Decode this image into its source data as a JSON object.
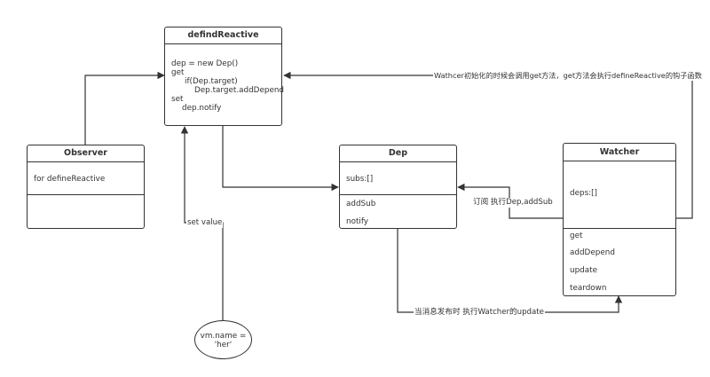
{
  "diagram": {
    "defind_reactive": {
      "title": "defindReactive",
      "lines": [
        "dep = new Dep()",
        "get",
        "if(Dep.target)",
        "Dep.target.addDepend",
        "set",
        "dep.notify"
      ]
    },
    "observer": {
      "title": "Observer",
      "body": "for defineReactive"
    },
    "dep": {
      "title": "Dep",
      "attr": "subs:[]",
      "methods": [
        "addSub",
        "notify"
      ]
    },
    "watcher": {
      "title": "Watcher",
      "attr": "deps:[]",
      "methods": [
        "get",
        "addDepend",
        "update",
        "teardown"
      ]
    },
    "vm_node": {
      "line1": "vm.name =",
      "line2": "'her'"
    },
    "labels": {
      "watcher_get": "Wathcer初始化的时候会调用get方法，get方法会执行defineReactive的钩子函数",
      "subscribe": "订阅 执行Dep,addSub",
      "set_value": "set value",
      "notify_update": "当消息发布时 执行Watcher的update"
    },
    "colors": {
      "line": "#333333",
      "background": "#ffffff"
    }
  }
}
